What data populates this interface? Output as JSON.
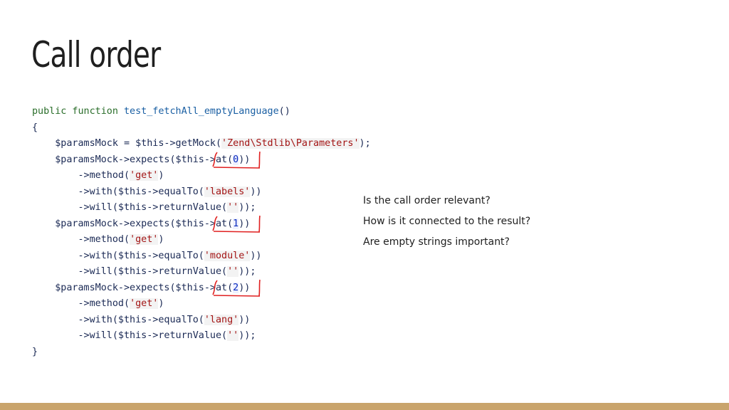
{
  "slide": {
    "title": "Call order",
    "code_lines": [
      [
        {
          "t": "public function ",
          "c": "kw"
        },
        {
          "t": "test_fetchAll_emptyLanguage",
          "c": "fn"
        },
        {
          "t": "()",
          "c": ""
        }
      ],
      [
        {
          "t": "{",
          "c": ""
        }
      ],
      [
        {
          "t": "    $paramsMock = $this->getMock(",
          "c": ""
        },
        {
          "t": "'Zend\\Stdlib\\Parameters'",
          "c": "str"
        },
        {
          "t": ");",
          "c": ""
        }
      ],
      [
        {
          "t": "    $paramsMock->expects($this->",
          "c": ""
        },
        {
          "t": "at(",
          "c": "mark-start"
        },
        {
          "t": "0",
          "c": "num"
        },
        {
          "t": "))",
          "c": "mark-end"
        }
      ],
      [
        {
          "t": "        ->method(",
          "c": ""
        },
        {
          "t": "'get'",
          "c": "str"
        },
        {
          "t": ")",
          "c": ""
        }
      ],
      [
        {
          "t": "        ->with($this->equalTo(",
          "c": ""
        },
        {
          "t": "'labels'",
          "c": "str"
        },
        {
          "t": "))",
          "c": ""
        }
      ],
      [
        {
          "t": "        ->will($this->returnValue(",
          "c": ""
        },
        {
          "t": "''",
          "c": "str"
        },
        {
          "t": "));",
          "c": ""
        }
      ],
      [
        {
          "t": "    $paramsMock->expects($this->",
          "c": ""
        },
        {
          "t": "at(",
          "c": "mark-start"
        },
        {
          "t": "1",
          "c": "num"
        },
        {
          "t": "))",
          "c": "mark-end"
        }
      ],
      [
        {
          "t": "        ->method(",
          "c": ""
        },
        {
          "t": "'get'",
          "c": "str"
        },
        {
          "t": ")",
          "c": ""
        }
      ],
      [
        {
          "t": "        ->with($this->equalTo(",
          "c": ""
        },
        {
          "t": "'module'",
          "c": "str"
        },
        {
          "t": "))",
          "c": ""
        }
      ],
      [
        {
          "t": "        ->will($this->returnValue(",
          "c": ""
        },
        {
          "t": "''",
          "c": "str"
        },
        {
          "t": "));",
          "c": ""
        }
      ],
      [
        {
          "t": "    $paramsMock->expects($this->",
          "c": ""
        },
        {
          "t": "at(",
          "c": "mark-start"
        },
        {
          "t": "2",
          "c": "num"
        },
        {
          "t": "))",
          "c": "mark-end"
        }
      ],
      [
        {
          "t": "        ->method(",
          "c": ""
        },
        {
          "t": "'get'",
          "c": "str"
        },
        {
          "t": ")",
          "c": ""
        }
      ],
      [
        {
          "t": "        ->with($this->equalTo(",
          "c": ""
        },
        {
          "t": "'lang'",
          "c": "str"
        },
        {
          "t": "))",
          "c": ""
        }
      ],
      [
        {
          "t": "        ->will($this->returnValue(",
          "c": ""
        },
        {
          "t": "''",
          "c": "str"
        },
        {
          "t": "));",
          "c": ""
        }
      ],
      [
        {
          "t": "}",
          "c": ""
        }
      ]
    ],
    "questions": [
      "Is the call order relevant?",
      "How is it connected to the result?",
      "Are empty strings important?"
    ]
  },
  "colors": {
    "keyword": "#2b6e2b",
    "function_name": "#1a5fa3",
    "string": "#a31515",
    "annotation_mark": "#e02020",
    "footer_bar": "#c9a46c"
  }
}
